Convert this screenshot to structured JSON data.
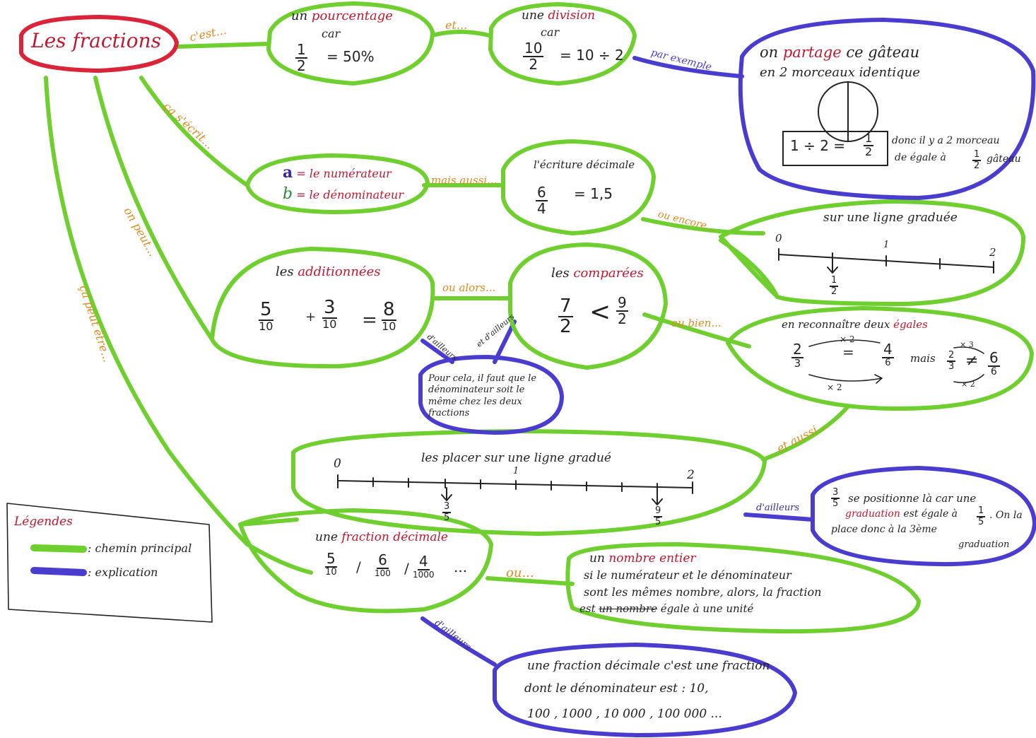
{
  "colors": {
    "main_path": "#6fcf2f",
    "explanation": "#4a3ccf",
    "root": "#d9243a",
    "connector_text": "#e08a1e",
    "accent_red": "#c0182f",
    "accent_purple": "#3a2a9a",
    "accent_green": "#2a8a3a"
  },
  "root": {
    "label": "Les fractions"
  },
  "connectors": {
    "cest": "c'est...",
    "et": "et...",
    "par_exemple": "par exemple",
    "ca_secrit": "ça s'écrit...",
    "mais_aussi": "mais aussi...",
    "ou_encore": "ou encore...",
    "on_peut": "on peut...",
    "ou_alors": "ou alors...",
    "ou_bien": "ou bien...",
    "dailleurs_1": "d'ailleurs",
    "et_dailleurs": "et d'ailleurs",
    "ca_peut_etre": "ça peut être...",
    "et_aussi": "et aussi...",
    "dailleurs_2": "d'ailleurs",
    "ou": "ou...",
    "dailleurs_3": "d'ailleurs"
  },
  "nodes": {
    "pourcentage": {
      "line1_a": "un ",
      "line1_b": "pourcentage",
      "line2": "car",
      "num": "1",
      "den": "2",
      "result": "= 50%"
    },
    "division": {
      "line1_a": "une ",
      "line1_b": "division",
      "line2": "car",
      "num": "10",
      "den": "2",
      "result": "= 10 ÷ 2"
    },
    "gateau": {
      "line1_a": "on ",
      "line1_b": "partage",
      "line1_c": " ce gâteau",
      "line2": "en 2 morceaux identique",
      "eq": "1 ÷ 2 =",
      "num": "1",
      "den": "2",
      "donc": "donc il y a 2 morceau",
      "egale": "de égale à",
      "fnum": "1",
      "fden": "2",
      "gateau": "gâteau"
    },
    "notation": {
      "a": "a",
      "a_text": "= le numérateur",
      "b": "b",
      "b_text": "= le dénominateur"
    },
    "decimale": {
      "title": "l'écriture décimale",
      "num": "6",
      "den": "4",
      "result": "= 1,5"
    },
    "ligne1": {
      "title": "sur une ligne graduée",
      "t0": "0",
      "t1": "1",
      "t2": "2",
      "num": "1",
      "den": "2"
    },
    "additionnees": {
      "title_a": "les ",
      "title_b": "additionnées",
      "n1": "5",
      "d1": "10",
      "plus": "+",
      "n2": "3",
      "d2": "10",
      "eq": "=",
      "n3": "8",
      "d3": "10"
    },
    "comparees": {
      "title_a": "les ",
      "title_b": "comparées",
      "n1": "7",
      "d1": "2",
      "lt": "<",
      "n2": "9",
      "d2": "2"
    },
    "explication_addition": {
      "text": "Pour cela, il faut que le dénominateur soit le même chez les deux fractions"
    },
    "egales": {
      "title_a": "en reconnaître deux ",
      "title_b": "égales",
      "n1": "2",
      "d1": "3",
      "eq": "=",
      "n2": "4",
      "d2": "6",
      "top": "× 2",
      "bottom": "× 2",
      "mais": "mais",
      "n3": "2",
      "d3": "3",
      "neq": "≠",
      "n4": "6",
      "d4": "6",
      "top2": "× 3",
      "bottom2": "× 2"
    },
    "ligne2": {
      "title": "les placer sur une ligne gradué",
      "t0": "0",
      "t1": "1",
      "t2": "2",
      "n1": "3",
      "d1": "5",
      "n2": "9",
      "d2": "5"
    },
    "position": {
      "num": "3",
      "den": "5",
      "l1": "se positionne là car une",
      "l2a": "graduation",
      "l2b": " est égale à",
      "fnum": "1",
      "fden": "5",
      "l2c": ". On la",
      "l3": "place donc à la 3ème",
      "l4": "graduation"
    },
    "fraction_decimale": {
      "title_a": "une ",
      "title_b": "fraction décimale",
      "n1": "5",
      "d1": "10",
      "n2": "6",
      "d2": "100",
      "n3": "4",
      "d3": "1000",
      "sep": "/",
      "etc": "..."
    },
    "nombre_entier": {
      "title_a": "un ",
      "title_b": "nombre entier",
      "l1": "si le numérateur et le dénominateur",
      "l2": "sont les mêmes nombre, alors, la fraction",
      "l3a": "est ",
      "l3b": "un nombre",
      "l3c": " égale à une unité"
    },
    "def_decimale": {
      "l1": "une fraction décimale c'est une fraction",
      "l2": "dont le dénominateur est : 10,",
      "l3": "100 , 1000 , 10 000 , 100 000 ..."
    }
  },
  "legend": {
    "title": "Légendes",
    "main": ": chemin principal",
    "expl": ": explication"
  }
}
